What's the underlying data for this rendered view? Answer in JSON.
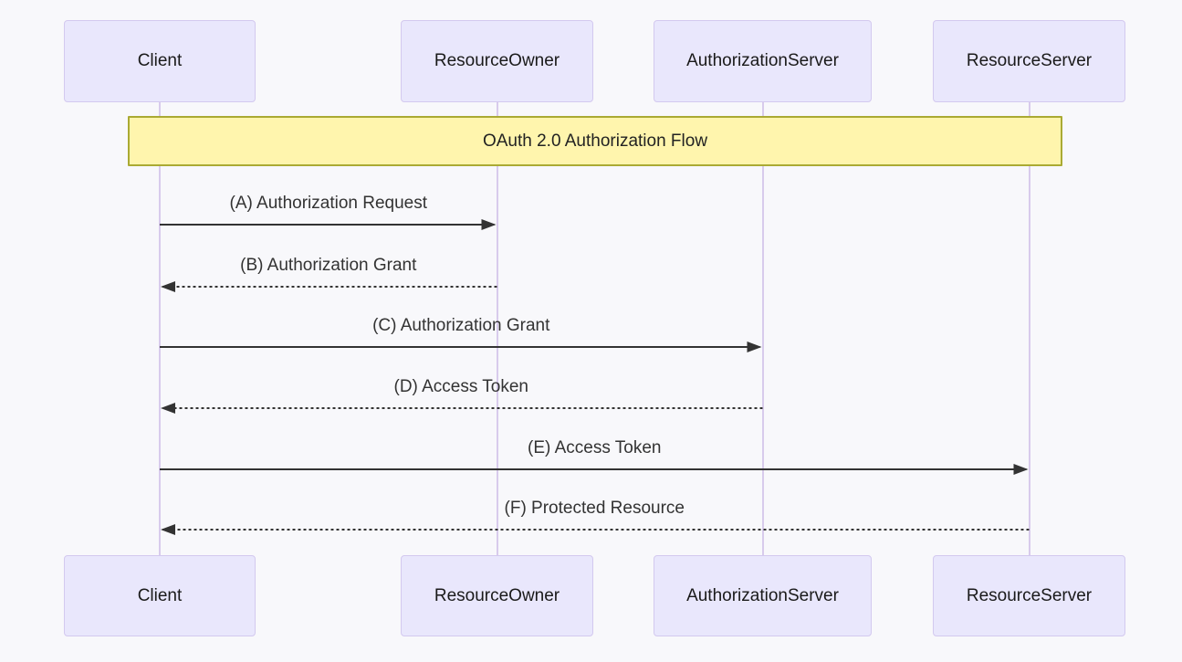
{
  "diagram": {
    "type": "sequence",
    "title_note": "OAuth 2.0 Authorization Flow",
    "actors": [
      {
        "name": "Client"
      },
      {
        "name": "ResourceOwner"
      },
      {
        "name": "AuthorizationServer"
      },
      {
        "name": "ResourceServer"
      }
    ],
    "messages": [
      {
        "label": "(A) Authorization Request",
        "from": "Client",
        "to": "ResourceOwner",
        "line": "solid"
      },
      {
        "label": "(B) Authorization Grant",
        "from": "ResourceOwner",
        "to": "Client",
        "line": "dashed"
      },
      {
        "label": "(C) Authorization Grant",
        "from": "Client",
        "to": "AuthorizationServer",
        "line": "solid"
      },
      {
        "label": "(D) Access Token",
        "from": "AuthorizationServer",
        "to": "Client",
        "line": "dashed"
      },
      {
        "label": "(E) Access Token",
        "from": "Client",
        "to": "ResourceServer",
        "line": "solid"
      },
      {
        "label": "(F) Protected Resource",
        "from": "ResourceServer",
        "to": "Client",
        "line": "dashed"
      }
    ],
    "colors": {
      "background": "#f8f8fb",
      "actor_fill": "#e9e7fc",
      "actor_border": "#d3c9ef",
      "lifeline": "#d8cbec",
      "note_fill": "#fff5ad",
      "note_border": "#aaaa33",
      "arrow": "#333333",
      "actor_text": "#1a1a1a",
      "message_text": "#333333"
    }
  }
}
